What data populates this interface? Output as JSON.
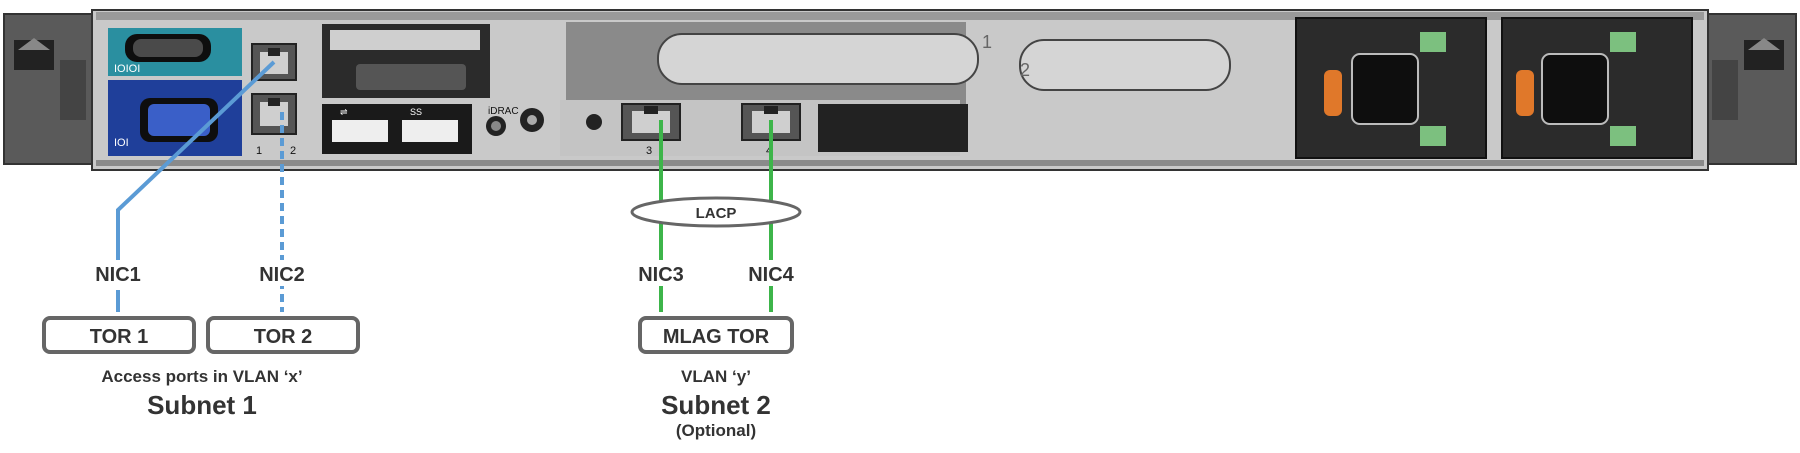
{
  "server": {
    "port_labels": {
      "nic_port_1": "1",
      "nic_port_2": "2",
      "nic_port_3": "3",
      "nic_port_4": "4",
      "riser_1": "1",
      "riser_2": "2"
    },
    "idrac_label": "iDRAC",
    "serial_label": "IOIOI",
    "vga_label": "IOI",
    "usb3_label": "SS"
  },
  "lacp": {
    "label": "LACP"
  },
  "nics": {
    "nic1": "NIC1",
    "nic2": "NIC2",
    "nic3": "NIC3",
    "nic4": "NIC4"
  },
  "switches": {
    "tor1": "TOR 1",
    "tor2": "TOR 2",
    "mlag": "MLAG TOR"
  },
  "subnet1": {
    "caption": "Access ports in VLAN ‘x’",
    "title": "Subnet 1"
  },
  "subnet2": {
    "caption": "VLAN ‘y’",
    "title": "Subnet 2",
    "note": "(Optional)"
  },
  "colors": {
    "blue_link": "#5b9bd5",
    "green_link": "#3db54a",
    "chassis": "#b5b5b5",
    "dark": "#2b2b2b",
    "teal_panel": "#2a8fa0",
    "blue_panel": "#1f3f9a",
    "psu_orange": "#e0782a",
    "psu_green": "#7cc07f",
    "switch_border": "#666666"
  }
}
